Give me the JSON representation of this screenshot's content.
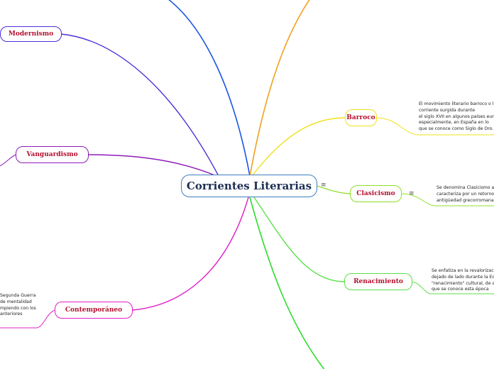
{
  "central": {
    "title": "Corrientes Literarias",
    "menu_icon": "≡"
  },
  "branches": {
    "modernismo": {
      "label": "Modernismo",
      "color": "#4c2fd6"
    },
    "vanguardismo": {
      "label": "Vanguardismo",
      "color": "#8f1cb8"
    },
    "contemporaneo": {
      "label": "Contemporáneo",
      "color": "#e020c8"
    },
    "barroco": {
      "label": "Barroco",
      "color": "#f0e020"
    },
    "clasicismo": {
      "label": "Clasicismo",
      "color": "#8fe028",
      "menu_icon": "≡"
    },
    "renacimiento": {
      "label": "Renacimiento",
      "color": "#5be04a"
    },
    "top_blue": {
      "color": "#1a55e0"
    },
    "top_orange": {
      "color": "#f0a020"
    },
    "bottom_green": {
      "color": "#2cdc2c"
    }
  },
  "notes": {
    "barroco": [
      "El movimiento literario barroco o litera",
      "corriente surgida durante",
      "el siglo XVII en algunos países europe",
      "especialmente, en España en lo",
      "que se conoce como Siglo de Oro."
    ],
    "clasicismo": [
      "Se denomina Clasicismo al e",
      "caracteriza por un retorno a",
      "antigüedad grecorromana"
    ],
    "renacimiento": [
      "Se enfatiza en la revalorización",
      "dejado de lado durante la Edad",
      "\"renacimiento\" cultural, de allí",
      "que se conoce esta época"
    ],
    "contemporaneo": [
      "Segunda Guerra",
      "de mentalidad",
      "mpiendo con los",
      "anteriores"
    ]
  }
}
